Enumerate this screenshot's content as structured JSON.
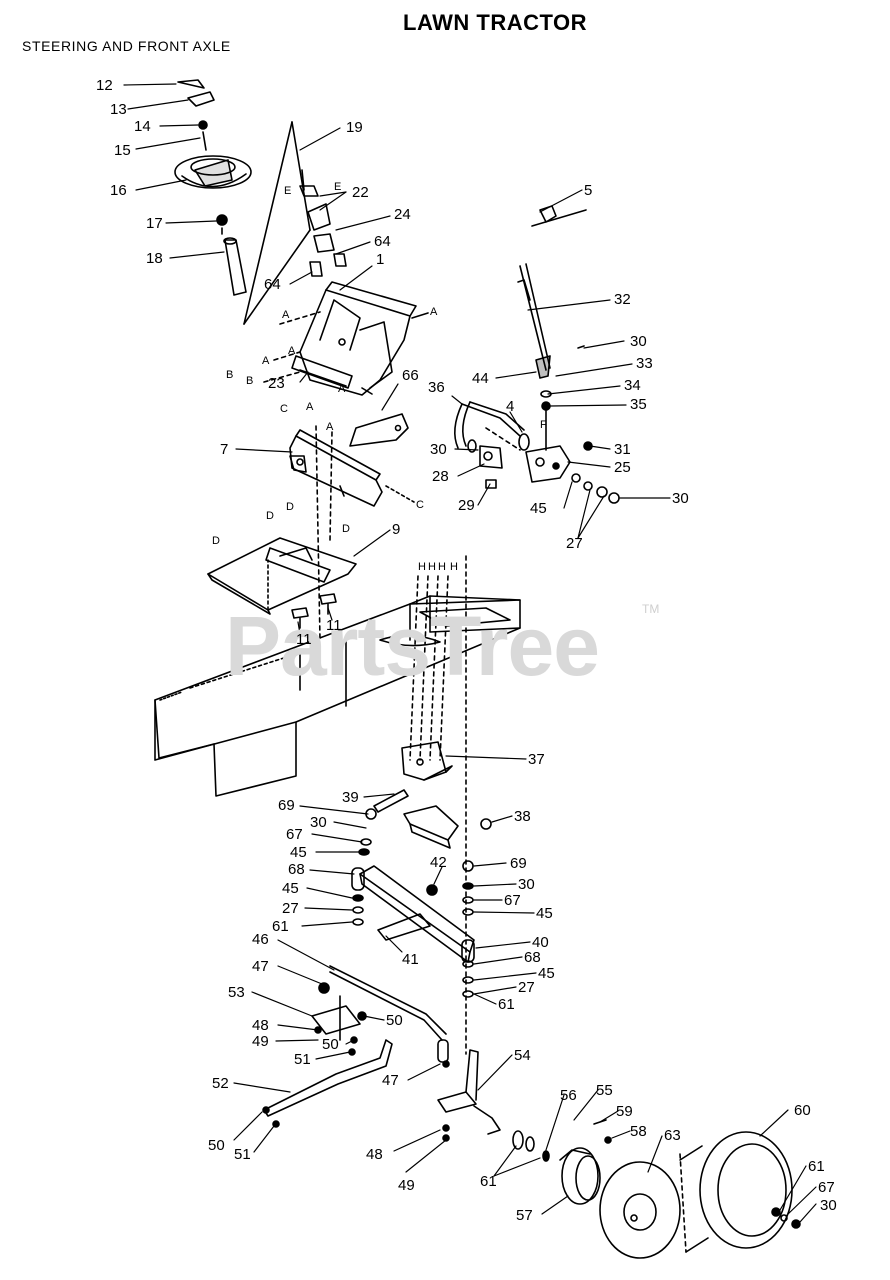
{
  "header": {
    "title": "LAWN TRACTOR",
    "subtitle": "STEERING AND FRONT AXLE"
  },
  "watermark": {
    "text": "PartsTree",
    "mark": "TM"
  },
  "callouts": [
    "12",
    "13",
    "14",
    "15",
    "16",
    "17",
    "18",
    "19",
    "22",
    "24",
    "64",
    "64",
    "1",
    "5",
    "32",
    "30",
    "33",
    "44",
    "34",
    "35",
    "36",
    "66",
    "23",
    "7",
    "4",
    "30",
    "31",
    "28",
    "25",
    "29",
    "45",
    "27",
    "30",
    "9",
    "11",
    "11",
    "37",
    "39",
    "69",
    "30",
    "38",
    "67",
    "45",
    "68",
    "42",
    "69",
    "30",
    "45",
    "67",
    "27",
    "45",
    "61",
    "41",
    "40",
    "46",
    "68",
    "47",
    "45",
    "27",
    "53",
    "61",
    "48",
    "50",
    "49",
    "50",
    "51",
    "54",
    "52",
    "47",
    "55",
    "56",
    "59",
    "60",
    "58",
    "63",
    "50",
    "51",
    "48",
    "61",
    "67",
    "49",
    "61",
    "57",
    "30"
  ],
  "reference_letters": [
    "E",
    "E",
    "A",
    "A",
    "B",
    "A",
    "B",
    "A",
    "A",
    "A",
    "A",
    "C",
    "C",
    "F",
    "D",
    "D",
    "D",
    "D",
    "H",
    "H",
    "H",
    "H"
  ]
}
